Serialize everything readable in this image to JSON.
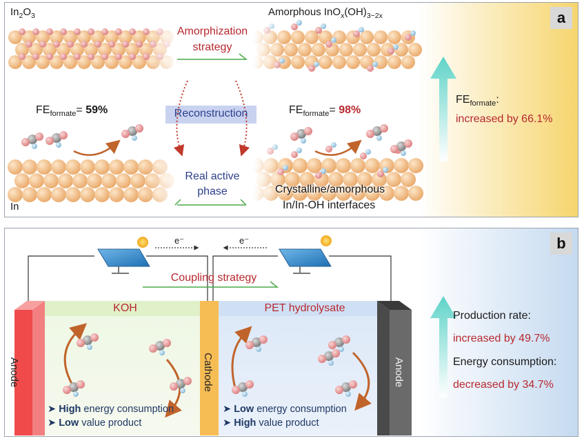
{
  "panel_a": {
    "tag": "a",
    "in2o3_label_base": "In",
    "in2o3_sub1": "2",
    "in2o3_mid": "O",
    "in2o3_sub2": "3",
    "amorphous_label_base": "Amorphous InO",
    "amorphous_sub_x": "x",
    "amorphous_mid": "(OH)",
    "amorphous_sub_tail": "3−2x",
    "amorphization_line1": "Amorphization",
    "amorphization_line2": "strategy",
    "reconstruction": "Reconstruction",
    "real_active_line1": "Real active",
    "real_active_line2": "phase",
    "fe_left_prefix": "FE",
    "fe_left_sub": "formate",
    "fe_left_eq": "= ",
    "fe_left_value": "59%",
    "fe_right_prefix": "FE",
    "fe_right_sub": "formate",
    "fe_right_eq": "= ",
    "fe_right_value": "98%",
    "crystalline_line1": "Crystalline/amorphous",
    "crystalline_line2": "In/In-OH interfaces",
    "in_label": "In",
    "summary_prefix": "FE",
    "summary_sub": "formate",
    "summary_colon": ":",
    "summary_value": "increased by 66.1%"
  },
  "panel_b": {
    "tag": "b",
    "electron_left": "e⁻",
    "electron_right": "e⁻",
    "coupling": "Coupling strategy",
    "koh": "KOH",
    "pet": "PET hydrolysate",
    "anode_left": "Anode",
    "cathode": "Cathode",
    "anode_right": "Anode",
    "left_bullet1_bold": "High",
    "left_bullet1_rest": " energy consumption",
    "left_bullet2_bold": "Low",
    "left_bullet2_rest": " value product",
    "right_bullet1_bold": "Low",
    "right_bullet1_rest": " energy consumption",
    "right_bullet2_bold": "High",
    "right_bullet2_rest": " value product",
    "production_label": "Production rate:",
    "production_value": "increased by 49.7%",
    "energy_label": "Energy consumption:",
    "energy_value": "decreased by 34.7%"
  },
  "colors": {
    "accent_red": "#b7282e",
    "bullet_navy": "#1f3864",
    "arrow_teal": "#5fd3c8",
    "sphere_in": "#f5c590",
    "sphere_o": "#eaa0a0",
    "sphere_h": "#a9cfe8",
    "sphere_c": "#9a9a9a",
    "anode_red": "#f04a4a",
    "cathode_orange": "#f7bd55",
    "anode_dark": "#585858"
  }
}
